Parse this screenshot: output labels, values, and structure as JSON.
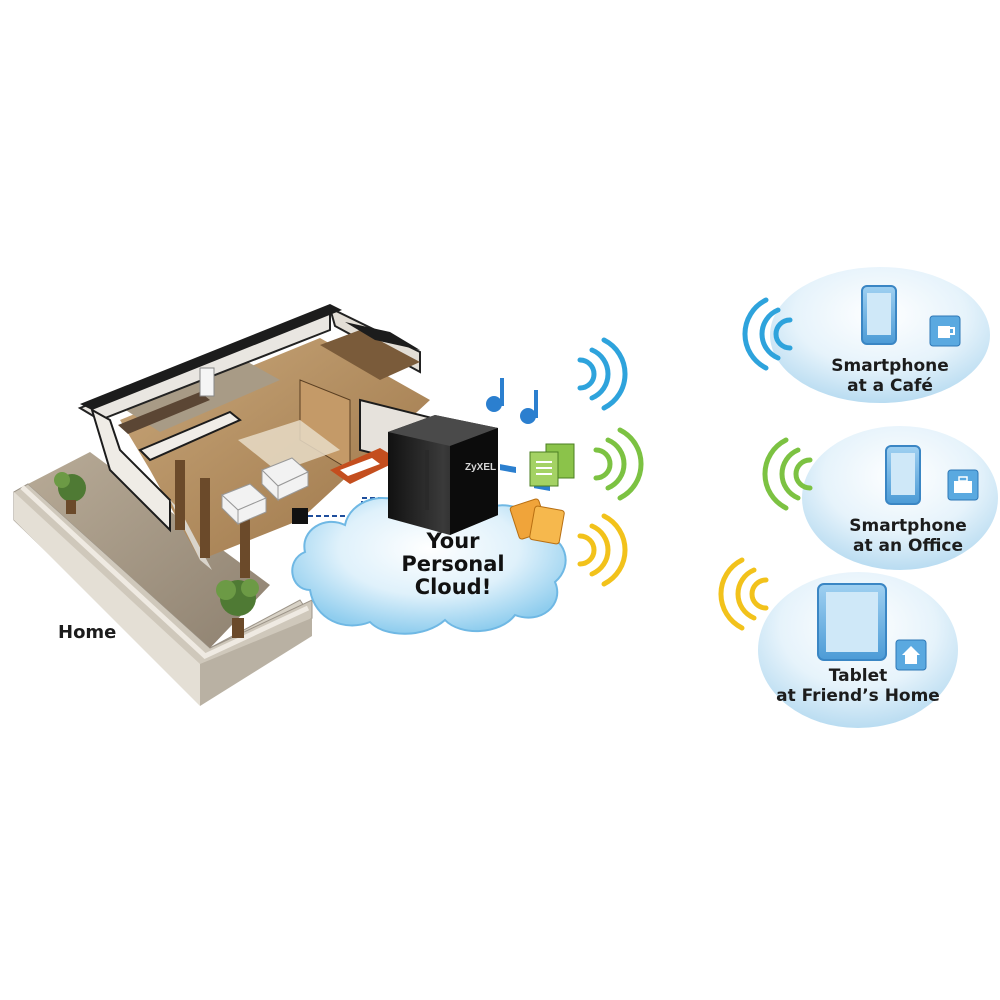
{
  "labels": {
    "home": "Home",
    "cloud_line1": "Your",
    "cloud_line2": "Personal",
    "cloud_line3": "Cloud!",
    "nas_brand": "ZyXEL"
  },
  "devices": [
    {
      "line1": "Smartphone",
      "line2": "at a Café",
      "icon": "coffee-cup-icon",
      "wave_color": "#2ea3dc"
    },
    {
      "line1": "Smartphone",
      "line2": "at an Office",
      "icon": "briefcase-icon",
      "wave_color": "#7cc242"
    },
    {
      "line1": "Tablet",
      "line2": "at Friend’s Home",
      "icon": "house-icon",
      "wave_color": "#f2c21b"
    }
  ],
  "colors": {
    "blue_wave": "#2ea3dc",
    "green_wave": "#7cc242",
    "yellow_wave": "#f2c21b",
    "cloud": "#bfe3f6",
    "device_blue": "#6fb3e3"
  }
}
